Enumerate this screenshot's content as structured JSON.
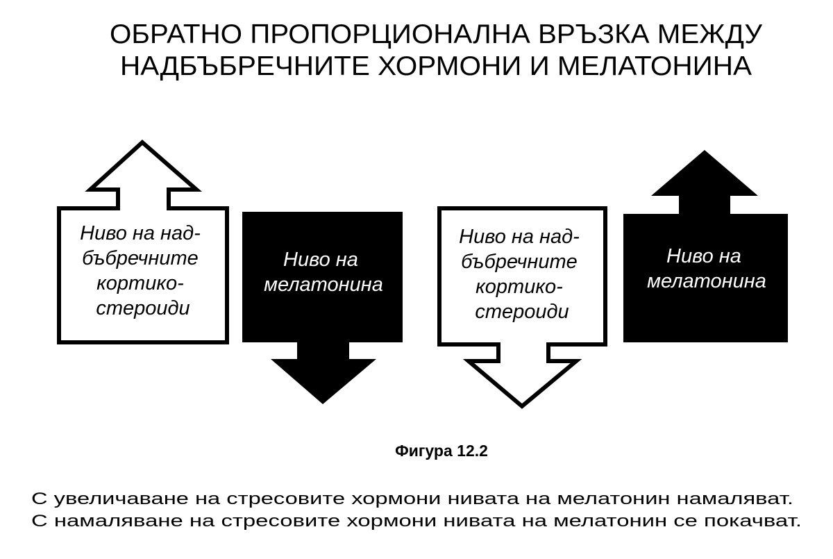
{
  "title": {
    "line1": "ОБРАТНО ПРОПОРЦИОНАЛНА ВРЪЗКА МЕЖДУ",
    "line2": "НАДБЪБРЕЧНИТЕ ХОРМОНИ И МЕЛАТОНИНА"
  },
  "panels": [
    {
      "direction": "up",
      "fill": "white",
      "lines": [
        "Ниво на над-",
        "бъбречните",
        "кортико-",
        "стероиди"
      ]
    },
    {
      "direction": "down",
      "fill": "black",
      "lines": [
        "Ниво на",
        "мелатонина"
      ]
    },
    {
      "direction": "down",
      "fill": "white",
      "lines": [
        "Ниво на над-",
        "бъбречните",
        "кортико-",
        "стероиди"
      ]
    },
    {
      "direction": "up",
      "fill": "black",
      "lines": [
        "Ниво на",
        "мелатонина"
      ]
    }
  ],
  "caption": "Фигура 12.2",
  "description": [
    "С увеличаване на стресовите хормони нивата на мелатонин намаляват.",
    "С намаляване на стресовите хормони нивата на мелатонин се покачват."
  ]
}
